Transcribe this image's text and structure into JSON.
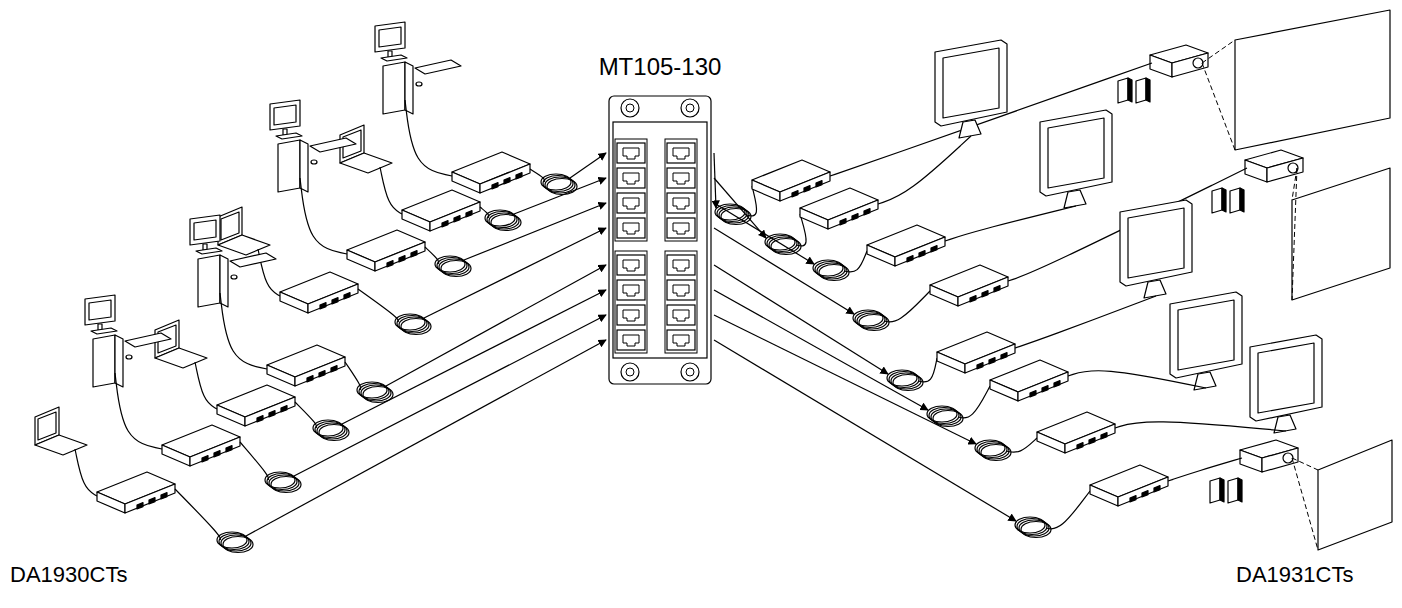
{
  "diagram": {
    "nodes": [
      {
        "text": [
          "MT105-130"
        ]
      }
    ],
    "labels": [
      "DA1930CTs",
      "DA1931CTs"
    ]
  }
}
